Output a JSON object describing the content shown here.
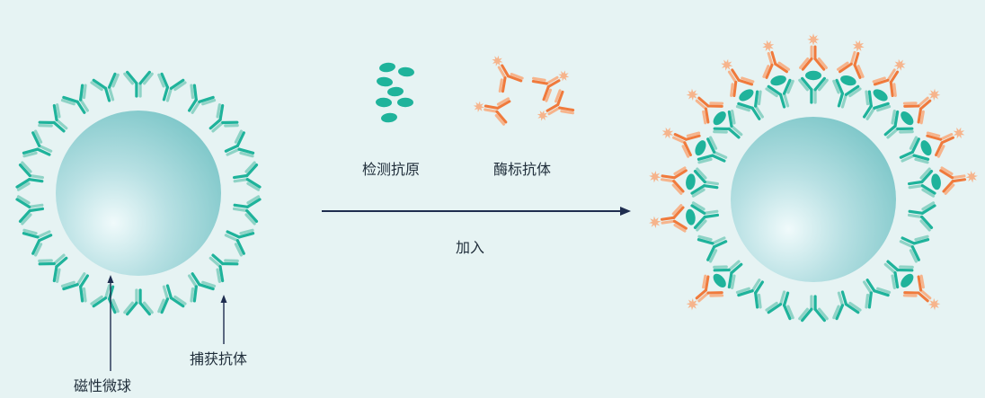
{
  "labels": {
    "bead": "磁性微球",
    "capture_antibody": "捕获抗体",
    "antigen": "检测抗原",
    "enzyme_antibody": "酶标抗体",
    "action": "加入"
  },
  "colors": {
    "background": "#e6f3f3",
    "capture_antibody": "#1fb39b",
    "capture_antibody_light": "#8fd3c6",
    "antigen": "#1fb39b",
    "enzyme_antibody": "#f07a3c",
    "enzyme_antibody_light": "#f6b48c",
    "enzyme_star": "#f6b48c",
    "bead_center": "#f0fafb",
    "bead_mid": "#b7e0e3",
    "bead_edge": "#7ec7c9",
    "arrow": "#1f2d4f",
    "text": "#1f2d3a"
  }
}
